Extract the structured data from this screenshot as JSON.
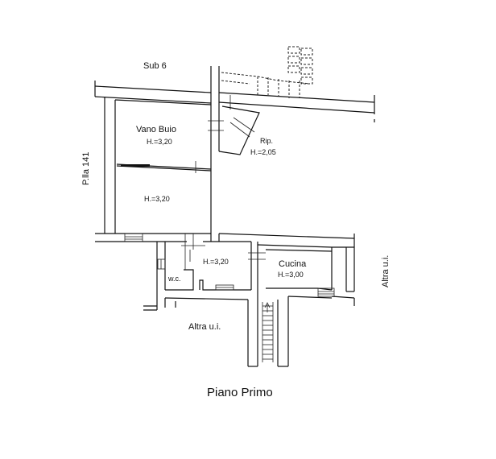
{
  "labels": {
    "sub6": "Sub 6",
    "vano_buio": "Vano Buio",
    "h_320_a": "H.=3,20",
    "h_320_b": "H.=3,20",
    "h_320_c": "H.=3,20",
    "rip": "Rip.",
    "h_205": "H.=2,05",
    "cucina": "Cucina",
    "h_300": "H.=3,00",
    "wc": "w.c.",
    "altra_ui_left": "Altra u.i.",
    "altra_ui_right": "Altra u.i.",
    "pila": "P.lla 141"
  },
  "title": "Piano Primo"
}
